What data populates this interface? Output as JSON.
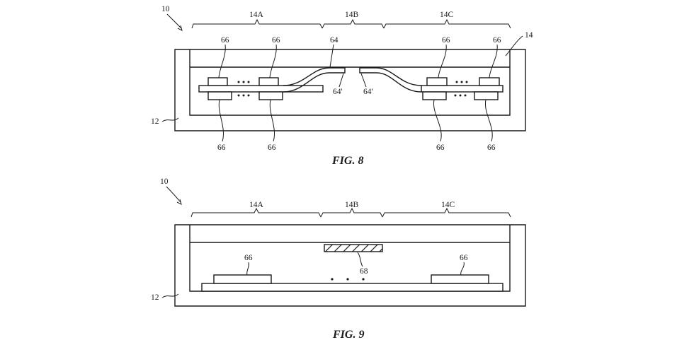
{
  "fig8": {
    "caption": "FIG. 8",
    "device_ref": "10",
    "housing_ref": "12",
    "display_ref": "14",
    "region_a": "14A",
    "region_b": "14B",
    "region_c": "14C",
    "flex_ref": "64",
    "flex_end_left": "64'",
    "flex_end_right": "64'",
    "component_top_1": "66",
    "component_top_2": "66",
    "component_top_3": "66",
    "component_top_4": "66",
    "component_bottom_1": "66",
    "component_bottom_2": "66",
    "component_bottom_3": "66",
    "component_bottom_4": "66"
  },
  "fig9": {
    "caption": "FIG. 9",
    "device_ref": "10",
    "housing_ref": "12",
    "region_a": "14A",
    "region_b": "14B",
    "region_c": "14C",
    "component_left": "66",
    "component_right": "66",
    "hatched_ref": "68"
  },
  "colors": {
    "line": "#1a1a1a",
    "background": "#ffffff"
  }
}
